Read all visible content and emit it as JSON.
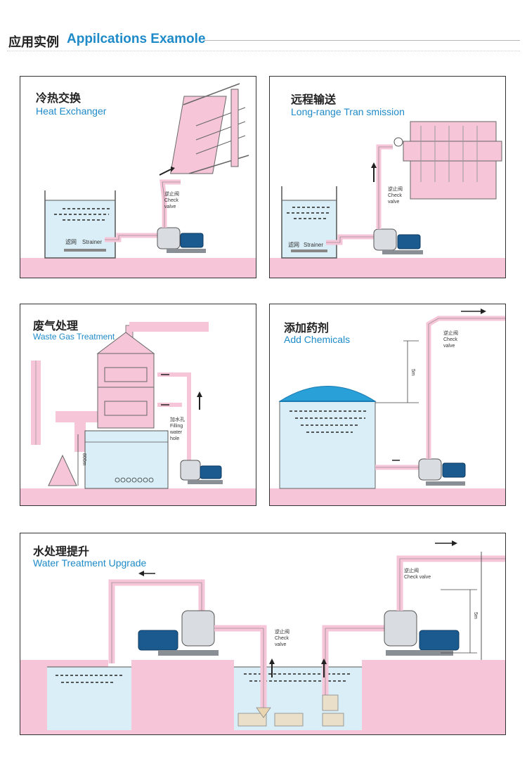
{
  "header": {
    "title_cn": "应用实例",
    "title_en": "Appilcations Examole"
  },
  "panels": [
    {
      "title_cn": "冷热交换",
      "title_en": "Heat Exchanger",
      "check_cn": "逆止阀",
      "check_en": "Check",
      "check_en2": "valve",
      "strainer_cn": "滤网",
      "strainer_en": "Strainer"
    },
    {
      "title_cn": "远程输送",
      "title_en": "Long-range Tran smission",
      "check_cn": "逆止阀",
      "check_en": "Check",
      "check_en2": "valve",
      "strainer_cn": "滤网",
      "strainer_en": "Strainer"
    },
    {
      "title_cn": "废气处理",
      "title_en": "Waste Gas Treatment",
      "fill_cn": "加水孔",
      "fill_en1": "Filling",
      "fill_en2": "water",
      "fill_en3": "hole",
      "height": "800m"
    },
    {
      "title_cn": "添加药剂",
      "title_en": "Add Chemicals",
      "check_cn": "逆止阀",
      "check_en": "Check",
      "check_en2": "valve",
      "height": "5m"
    },
    {
      "title_cn": "水处理提升",
      "title_en": "Water Treatment Upgrade",
      "check_cn": "逆止阀",
      "check_en": "Check",
      "check_en2": "valve",
      "check2_cn": "逆止阀",
      "check2_en": "Check valve",
      "height": "5m"
    }
  ],
  "colors": {
    "pink": "#f6c6d8",
    "water": "#d9eef7",
    "motor": "#1b5a8e",
    "accent": "#1e8ac8"
  }
}
